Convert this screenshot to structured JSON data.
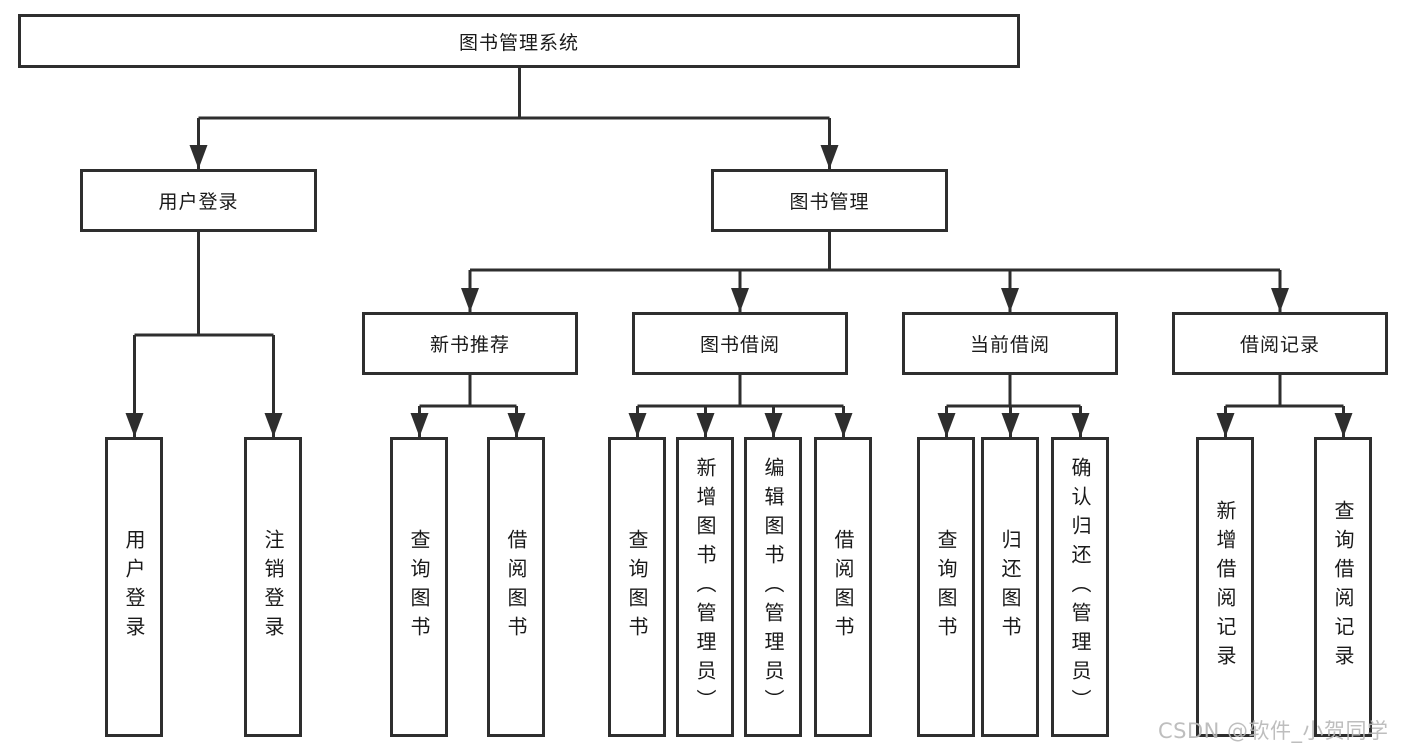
{
  "colors": {
    "line": "#2e2e2e",
    "text": "#1a1a1a",
    "background": "#ffffff",
    "watermark": "#b8b8b8"
  },
  "watermark": {
    "text": "CSDN @软件_小贺同学"
  },
  "tree": {
    "label": "图书管理系统",
    "children": [
      {
        "label": "用户登录",
        "children": [
          {
            "label": "用户登录"
          },
          {
            "label": "注销登录"
          }
        ]
      },
      {
        "label": "图书管理",
        "children": [
          {
            "label": "新书推荐",
            "children": [
              {
                "label": "查询图书"
              },
              {
                "label": "借阅图书"
              }
            ]
          },
          {
            "label": "图书借阅",
            "children": [
              {
                "label": "查询图书"
              },
              {
                "label": "新增图书（管理员）"
              },
              {
                "label": "编辑图书（管理员）"
              },
              {
                "label": "借阅图书"
              }
            ]
          },
          {
            "label": "当前借阅",
            "children": [
              {
                "label": "查询图书"
              },
              {
                "label": "归还图书"
              },
              {
                "label": "确认归还（管理员）"
              }
            ]
          },
          {
            "label": "借阅记录",
            "children": [
              {
                "label": "新增借阅记录"
              },
              {
                "label": "查询借阅记录"
              }
            ]
          }
        ]
      }
    ]
  }
}
